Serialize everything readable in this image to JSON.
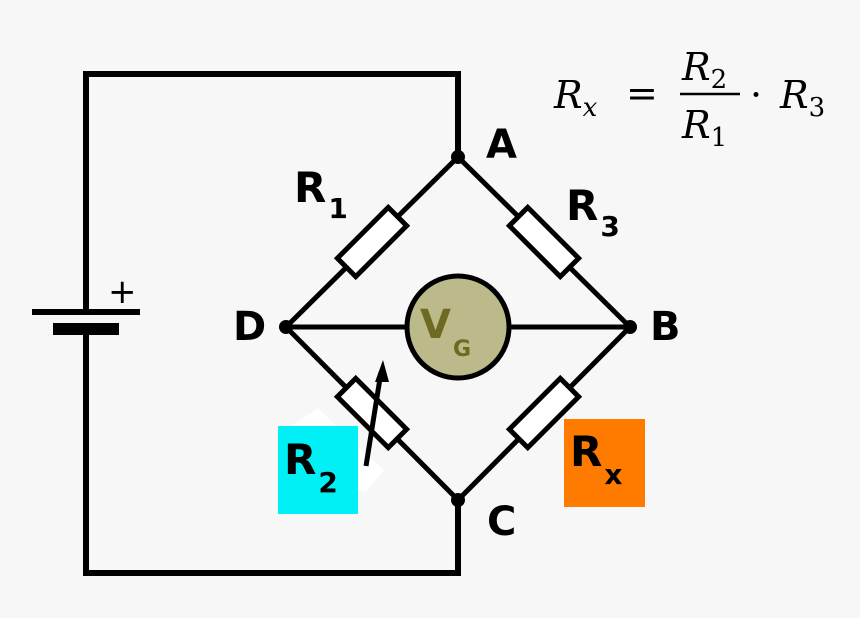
{
  "formula": {
    "lhs_var": "R",
    "lhs_sub": "x",
    "equals": "=",
    "num_var": "R",
    "num_sub": "2",
    "den_var": "R",
    "den_sub": "1",
    "dot": "·",
    "rhs_var": "R",
    "rhs_sub": "3"
  },
  "nodes": {
    "a": "A",
    "b": "B",
    "c": "C",
    "d": "D"
  },
  "resistors": {
    "r1": {
      "main": "R",
      "sub": "1"
    },
    "r3": {
      "main": "R",
      "sub": "3"
    },
    "r2": {
      "main": "R",
      "sub": "2",
      "highlight": "#00f0f6"
    },
    "rx": {
      "main": "R",
      "sub": "x",
      "highlight": "#ff7b00"
    }
  },
  "galvanometer": {
    "main": "V",
    "sub": "G",
    "fill": "#bcb98a"
  },
  "battery": {
    "plus": "+"
  }
}
